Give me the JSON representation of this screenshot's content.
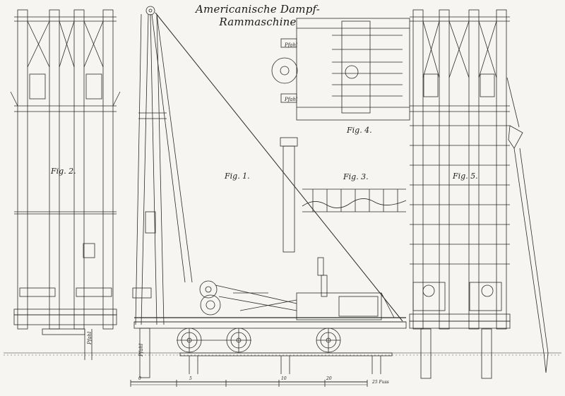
{
  "title": "Americanische Dampf-Rammaschine",
  "figures": [
    "Fig. 2.",
    "Fig. 1.",
    "Fig. 3.",
    "Fig. 4.",
    "Fig. 5."
  ],
  "pile_label": "Pfahl",
  "scale": {
    "ticks": [
      "0",
      "5",
      "10",
      "20"
    ],
    "unit": "25 Fuss"
  }
}
